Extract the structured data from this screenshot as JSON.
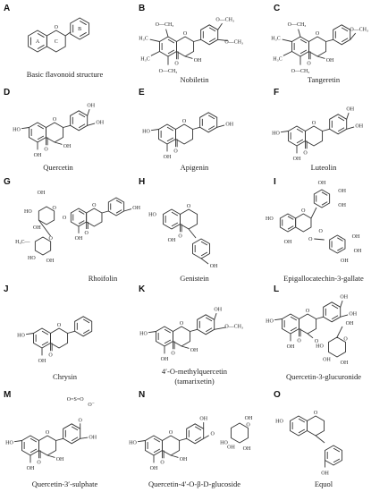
{
  "figure": {
    "panels": [
      {
        "letter": "A",
        "caption": "Basic flavonoid structure",
        "ring_labels": [
          "A",
          "C",
          "B"
        ]
      },
      {
        "letter": "B",
        "caption": "Nobiletin"
      },
      {
        "letter": "C",
        "caption": "Tangeretin"
      },
      {
        "letter": "D",
        "caption": "Quercetin"
      },
      {
        "letter": "E",
        "caption": "Apigenin"
      },
      {
        "letter": "F",
        "caption": "Luteolin"
      },
      {
        "letter": "G",
        "caption": "Rhoifolin"
      },
      {
        "letter": "H",
        "caption": "Genistein"
      },
      {
        "letter": "I",
        "caption": "Epigallocatechin-3-gallate"
      },
      {
        "letter": "J",
        "caption": "Chrysin"
      },
      {
        "letter": "K",
        "caption": "4′-O-methylquercetin",
        "caption2": "(tamarixetin)"
      },
      {
        "letter": "L",
        "caption": "Quercetin-3-glucuronide"
      },
      {
        "letter": "M",
        "caption": "Quercetin-3′-sulphate"
      },
      {
        "letter": "N",
        "caption": "Quercetin-4′-O-β-D-glucoside"
      },
      {
        "letter": "O",
        "caption": "Equol"
      }
    ],
    "atom_labels": {
      "oh": "OH",
      "o": "O",
      "ho": "HO",
      "och3": "O—CH₃",
      "h3c": "H₃C",
      "so3": "O=S=O",
      "o_minus": "O⁻",
      "h3c_ch": "H₃C—"
    }
  }
}
